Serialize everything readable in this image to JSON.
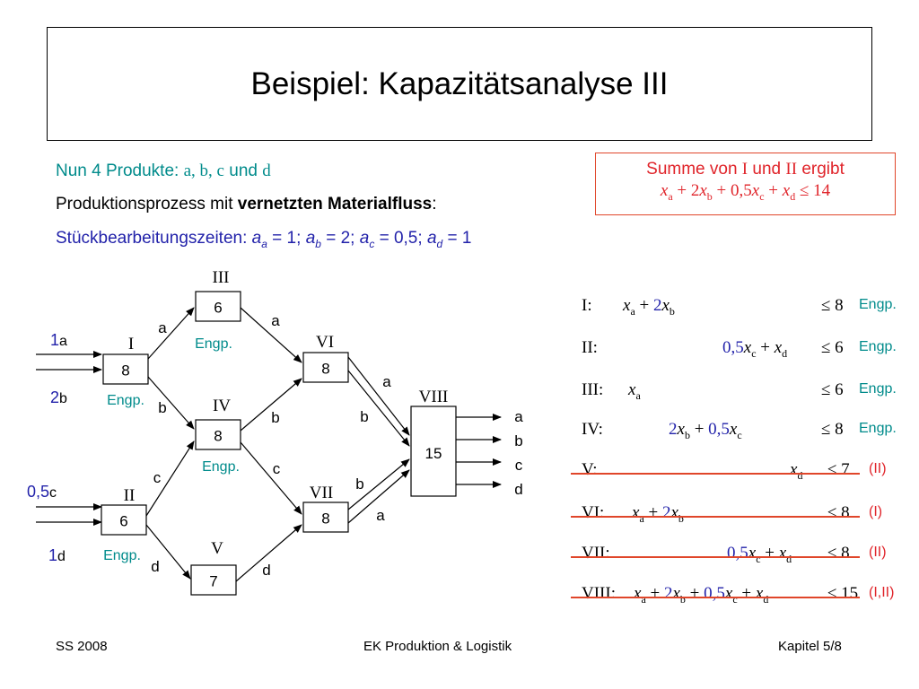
{
  "title": "Beispiel: Kapazitätsanalyse III",
  "intro": {
    "line1_prefix": "Nun 4 Produkte: ",
    "line1_products": "a, b, c",
    "line1_und": " und ",
    "line1_last": "d",
    "line2_prefix": "Produktionsprozess mit ",
    "line2_bold": "vernetzten Materialfluss",
    "line2_suffix": ":",
    "line3_prefix": "Stückbearbeitungszeiten: ",
    "times": [
      {
        "sym": "a",
        "sub": "a",
        "val": " = 1;  "
      },
      {
        "sym": "a",
        "sub": "b",
        "val": " = 2;  "
      },
      {
        "sym": "a",
        "sub": "c",
        "val": " = 0,5;  "
      },
      {
        "sym": "a",
        "sub": "d",
        "val": " = 1"
      }
    ]
  },
  "summary_box": {
    "line1_a": "Summe von ",
    "line1_b": "I",
    "line1_c": " und ",
    "line1_d": "II",
    "line1_e": " ergibt",
    "line2": "xa + 2xb + 0,5xc + xd  ≤ 14"
  },
  "diagram": {
    "nodes": [
      {
        "id": "I",
        "label": "I",
        "cap": "8",
        "engp": "Engp."
      },
      {
        "id": "II",
        "label": "II",
        "cap": "6",
        "engp": "Engp."
      },
      {
        "id": "III",
        "label": "III",
        "cap": "6",
        "engp": "Engp."
      },
      {
        "id": "IV",
        "label": "IV",
        "cap": "8",
        "engp": "Engp."
      },
      {
        "id": "V",
        "label": "V",
        "cap": "7",
        "engp": ""
      },
      {
        "id": "VI",
        "label": "VI",
        "cap": "8",
        "engp": ""
      },
      {
        "id": "VII",
        "label": "VII",
        "cap": "8",
        "engp": ""
      },
      {
        "id": "VIII",
        "label": "VIII",
        "cap": "15",
        "engp": ""
      }
    ],
    "inputs": [
      {
        "qty": "1",
        "prod": "a"
      },
      {
        "qty": "2",
        "prod": "b"
      },
      {
        "qty": "0,5",
        "prod": "c"
      },
      {
        "qty": "1",
        "prod": "d"
      }
    ],
    "edge_labels": [
      "a",
      "b",
      "a",
      "b",
      "c",
      "d",
      "a",
      "b",
      "c",
      "d",
      "b",
      "a",
      "c",
      "d"
    ],
    "outputs": [
      "a",
      "b",
      "c",
      "d"
    ]
  },
  "constraints": [
    {
      "roman": "I:",
      "lhs": "xa + 2xb",
      "rhs": "≤ 8",
      "tag": "Engp.",
      "struck": false
    },
    {
      "roman": "II:",
      "lhs": "0,5xc + xd",
      "rhs": "≤ 6",
      "tag": "Engp.",
      "struck": false
    },
    {
      "roman": "III:",
      "lhs": "xa",
      "rhs": "≤ 6",
      "tag": "Engp.",
      "struck": false
    },
    {
      "roman": "IV:",
      "lhs": "2xb + 0,5xc",
      "rhs": "≤ 8",
      "tag": "Engp.",
      "struck": false
    },
    {
      "roman": "V:",
      "lhs": "xd",
      "rhs": "≤ 7",
      "tag": "(II)",
      "struck": true
    },
    {
      "roman": "VI:",
      "lhs": "xa + 2xb",
      "rhs": "≤ 8",
      "tag": "(I)",
      "struck": true
    },
    {
      "roman": "VII:",
      "lhs": "0,5xc + xd",
      "rhs": "≤ 8",
      "tag": "(II)",
      "struck": true
    },
    {
      "roman": "VIII:",
      "lhs": "xa + 2xb + 0,5xc + xd",
      "rhs": "≤ 15",
      "tag": "(I,II)",
      "struck": true
    }
  ],
  "footer": {
    "left": "SS 2008",
    "center": "EK Produktion & Logistik",
    "right": "Kapitel 5/8"
  },
  "colors": {
    "teal": "#008b8b",
    "red": "#e0242a",
    "blue": "#2222aa"
  }
}
